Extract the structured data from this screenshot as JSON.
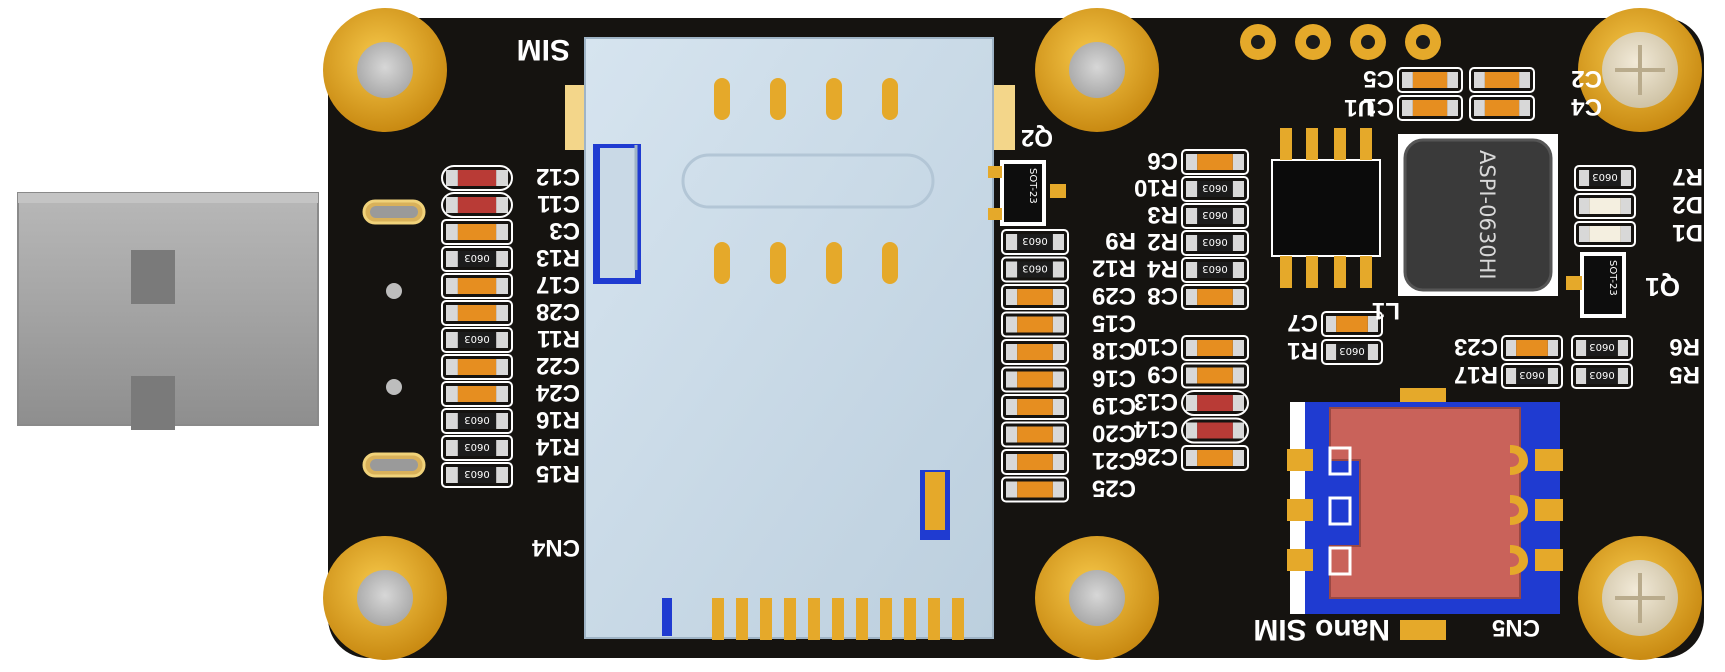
{
  "board": {
    "labels": {
      "sim_top": "SIM",
      "nano_sim": "Nano SIM",
      "cn4": "CN4",
      "cn5": "CN5",
      "q2": "Q2",
      "u1": "U1",
      "l1": "L1",
      "q1": "Q1",
      "inductor": "ASPI-0630HI",
      "sot_q2": "SOT-23",
      "sot_q1": "SOT-23"
    },
    "pkg_0603": "0603",
    "left_column": [
      "C12",
      "C11",
      "C3",
      "R13",
      "C17",
      "C28",
      "R11",
      "C22",
      "C24",
      "R16",
      "R14",
      "R15"
    ],
    "mid_column": [
      "R9",
      "R12",
      "C29",
      "C15",
      "C18",
      "C16",
      "C19",
      "C20",
      "C21",
      "C25"
    ],
    "right_column_a": [
      "C6",
      "R10",
      "R3",
      "R2",
      "R4",
      "C8"
    ],
    "right_column_b": [
      "C10",
      "C9",
      "C13",
      "C14",
      "C26"
    ],
    "top_right": [
      "C5",
      "C2",
      "C1",
      "C4"
    ],
    "right_parts": [
      "R7",
      "D2",
      "D1",
      "C7",
      "R1",
      "C23",
      "R6",
      "R17",
      "R5"
    ]
  },
  "colors": {
    "pcb": "#151310",
    "gold": "#e5a92a",
    "sim_metal": "#c9d9e6",
    "usb_metal": "#a7a7a7",
    "nano_tray": "#c9625a",
    "blue": "#1f3bd1",
    "smd_orange": "#e68e20",
    "smd_red": "#b93b36",
    "resistor_body": "#1c1c1c"
  }
}
